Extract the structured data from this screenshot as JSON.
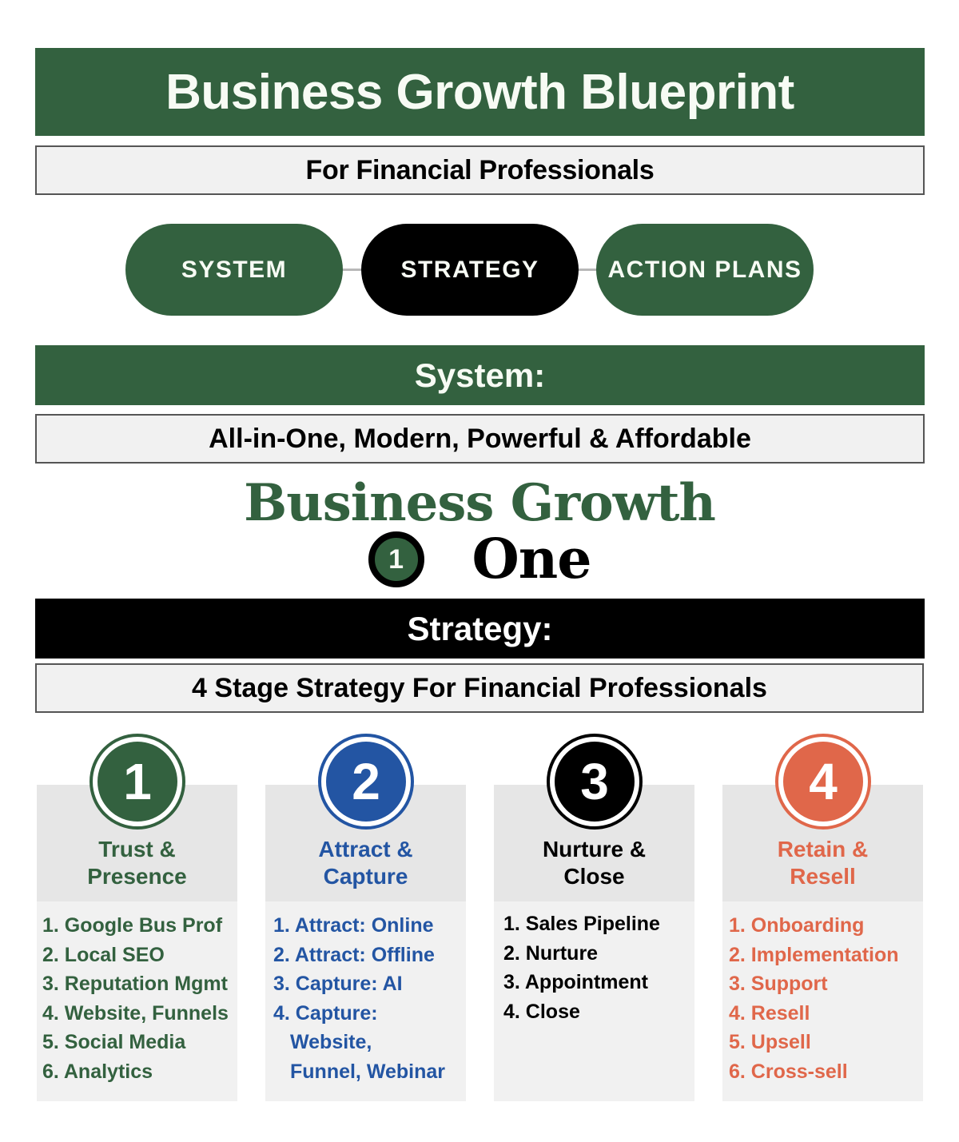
{
  "header": {
    "title": "Business Growth Blueprint",
    "subtitle": "For Financial Professionals"
  },
  "flow": {
    "pills": [
      {
        "label": "SYSTEM",
        "color": "#33613f"
      },
      {
        "label": "STRATEGY",
        "color": "#000000"
      },
      {
        "label": "ACTION PLANS",
        "color": "#33613f"
      }
    ]
  },
  "system": {
    "heading": "System:",
    "tagline": "All-in-One, Modern, Powerful & Affordable",
    "brand": {
      "line1": "Business Growth",
      "badge": "1",
      "line2": "One"
    }
  },
  "strategy": {
    "heading": "Strategy:",
    "tagline": "4 Stage Strategy For Financial Professionals",
    "stages": [
      {
        "number": "1",
        "title_line1": "Trust &",
        "title_line2": "Presence",
        "color": "#33613f",
        "items": [
          "1. Google Bus Prof",
          "2. Local SEO",
          "3. Reputation Mgmt",
          "4. Website, Funnels",
          "5. Social Media",
          "6. Analytics"
        ]
      },
      {
        "number": "2",
        "title_line1": "Attract &",
        "title_line2": "Capture",
        "color": "#2355a3",
        "items": [
          "1. Attract: Online",
          "2. Attract: Offline",
          "3. Capture: AI",
          "4. Capture:",
          "Website,",
          "Funnel, Webinar"
        ]
      },
      {
        "number": "3",
        "title_line1": "Nurture &",
        "title_line2": "Close",
        "color": "#000000",
        "items": [
          "1. Sales Pipeline",
          "2. Nurture",
          "3. Appointment",
          "4. Close"
        ]
      },
      {
        "number": "4",
        "title_line1": "Retain &",
        "title_line2": "Resell",
        "color": "#e0674a",
        "items": [
          "1. Onboarding",
          "2. Implementation",
          "3. Support",
          "4. Resell",
          "5. Upsell",
          "6. Cross-sell"
        ]
      }
    ]
  }
}
